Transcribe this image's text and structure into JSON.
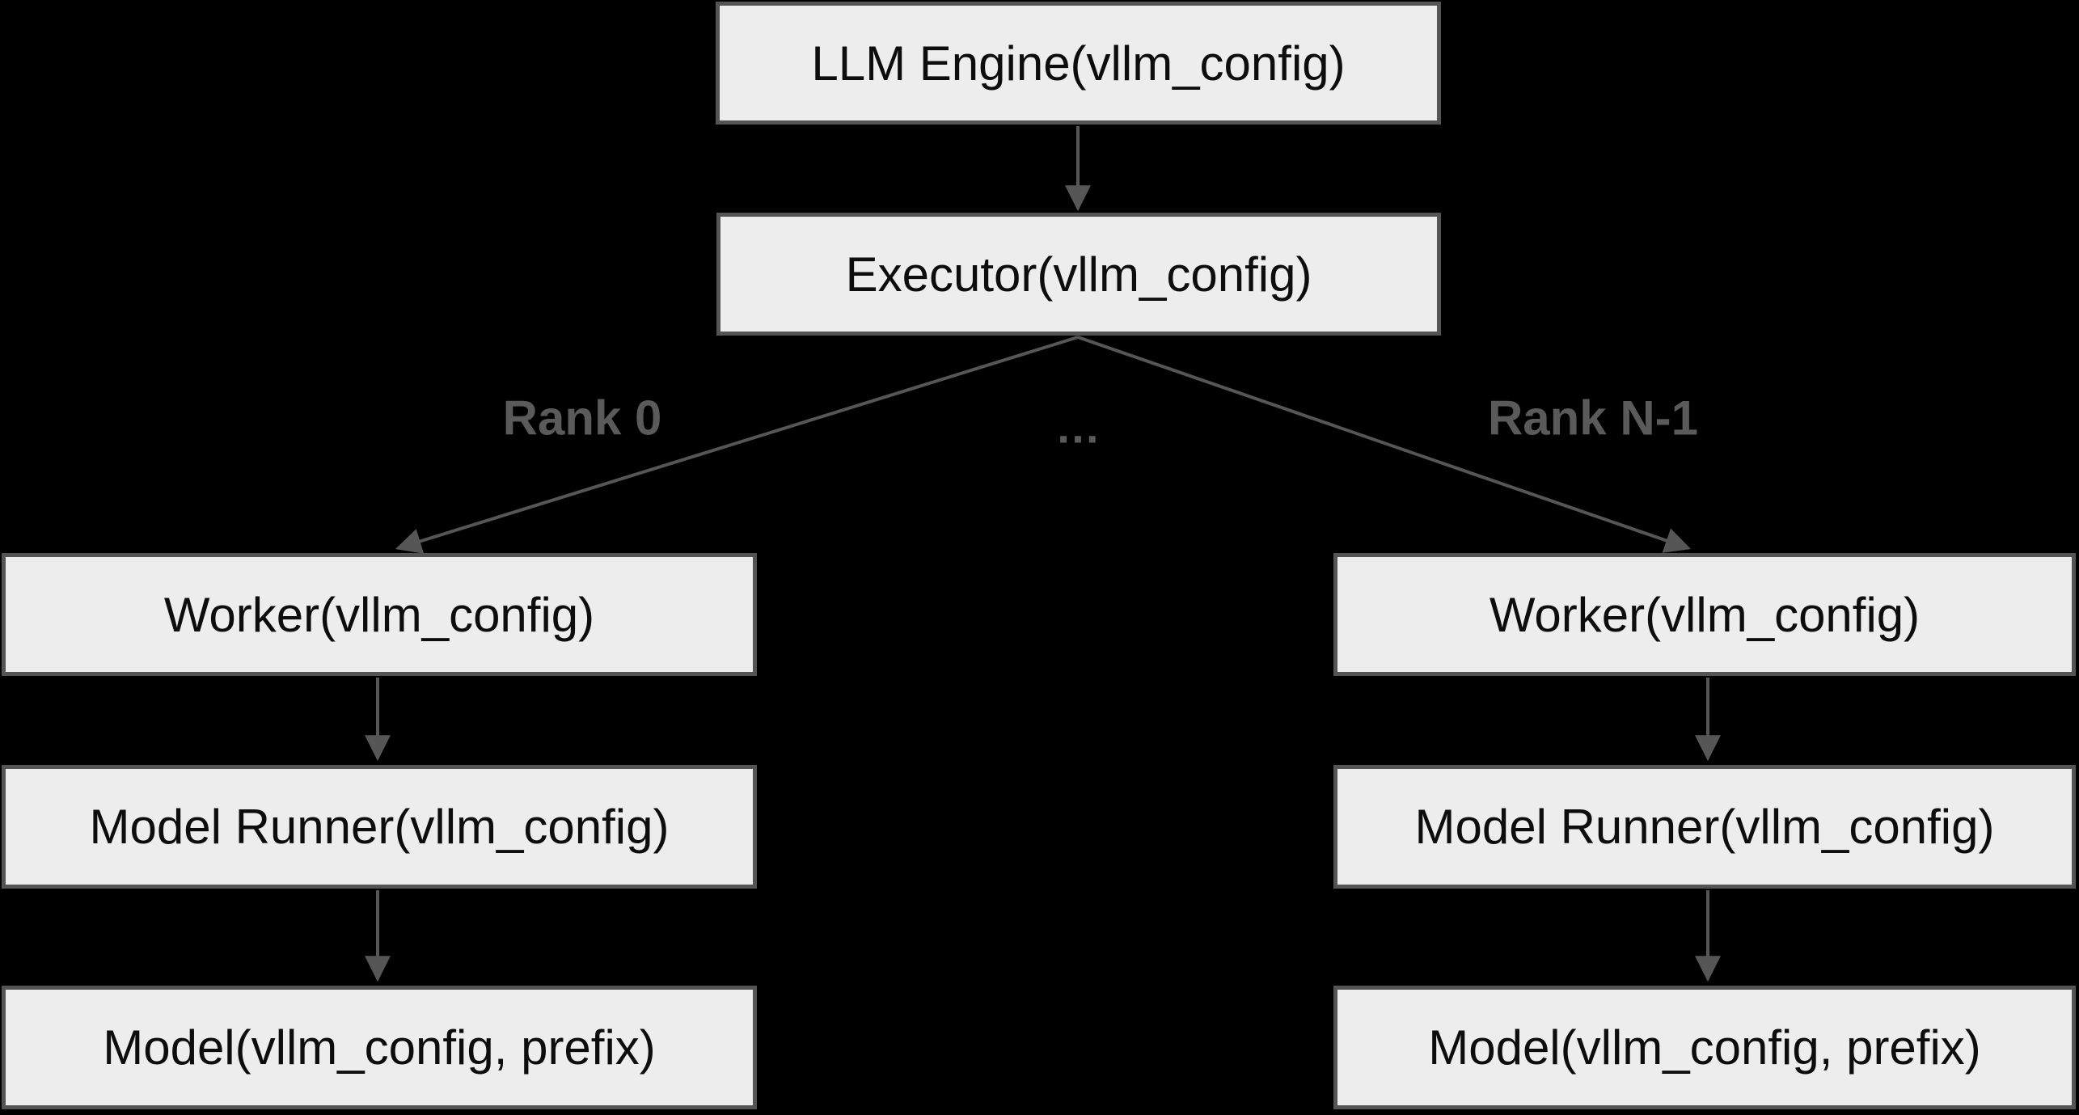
{
  "diagram": {
    "colors": {
      "background": "#000000",
      "node_fill": "#ededed",
      "node_border": "#545454",
      "node_text": "#0d0d0d",
      "arrow": "#565656",
      "edge_label": "#5a5a5a"
    },
    "nodes": {
      "llm_engine": "LLM Engine(vllm_config)",
      "executor": "Executor(vllm_config)",
      "worker_rank0": "Worker(vllm_config)",
      "model_runner_rank0": "Model Runner(vllm_config)",
      "model_rank0": "Model(vllm_config, prefix)",
      "worker_rankN": "Worker(vllm_config)",
      "model_runner_rankN": "Model Runner(vllm_config)",
      "model_rankN": "Model(vllm_config, prefix)"
    },
    "edge_labels": {
      "rank_first": "Rank 0",
      "ellipsis": "…",
      "rank_last": "Rank N-1"
    }
  }
}
